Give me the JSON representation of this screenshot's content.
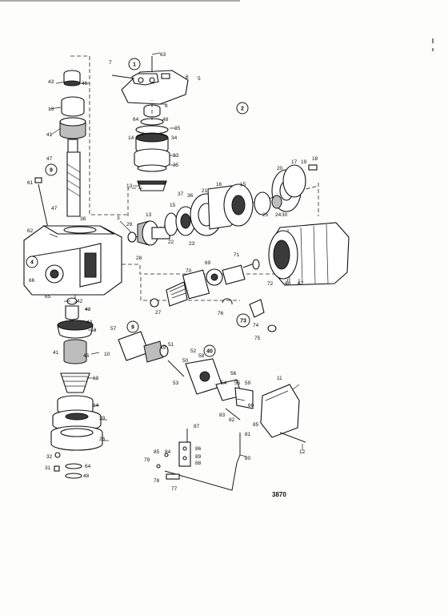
{
  "drawing": {
    "reference_number": "3870",
    "circled_labels": [
      "1",
      "2",
      "4",
      "9",
      "9",
      "40",
      "73"
    ],
    "part_labels": [
      "63",
      "7",
      "6",
      "5",
      "43",
      "46",
      "13",
      "8",
      "64",
      "48",
      "35",
      "14",
      "34",
      "33",
      "35",
      "41",
      "47",
      "61",
      "13",
      "47",
      "38",
      "62",
      "3",
      "29",
      "13",
      "15",
      "22",
      "23",
      "28",
      "37",
      "36",
      "21",
      "16",
      "15",
      "20",
      "17",
      "19",
      "18",
      "25",
      "24",
      "30",
      "66",
      "65",
      "70",
      "69",
      "71",
      "72",
      "68",
      "67",
      "27",
      "76",
      "42",
      "43",
      "44",
      "13",
      "74",
      "75",
      "57",
      "10",
      "51",
      "49",
      "53",
      "52",
      "58",
      "50",
      "56",
      "54",
      "55",
      "59",
      "11",
      "41",
      "46",
      "13",
      "14",
      "39",
      "26",
      "32",
      "31",
      "64",
      "48",
      "60",
      "83",
      "82",
      "85",
      "81",
      "87",
      "86",
      "89",
      "88",
      "85",
      "84",
      "79",
      "78",
      "77",
      "80",
      "12"
    ]
  }
}
